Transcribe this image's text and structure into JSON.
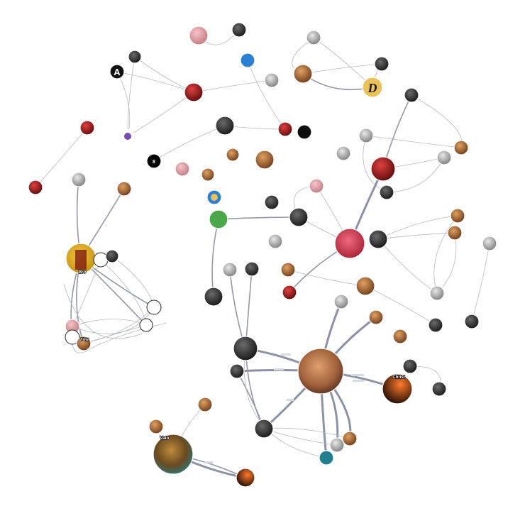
{
  "graph": {
    "node_labels": {
      "bro": "Bro",
      "vato": "Vato",
      "christ": "Christ",
      "yow": "Yow"
    },
    "glyphs": {
      "a_logo": "A",
      "d_logo": "D",
      "square_logo": "8"
    },
    "colors": {
      "edge": "#9498a8",
      "edge_light": "#c6c8d3",
      "yellow_hub": "#e8b616",
      "red_hub": "#d8304a",
      "teal_hub": "#1f7f8c",
      "orange_hub": "#d94a10",
      "gold_logo": "#e9c25a",
      "blue_icon": "#2b7fd4",
      "green_node": "#4aa84a"
    }
  }
}
